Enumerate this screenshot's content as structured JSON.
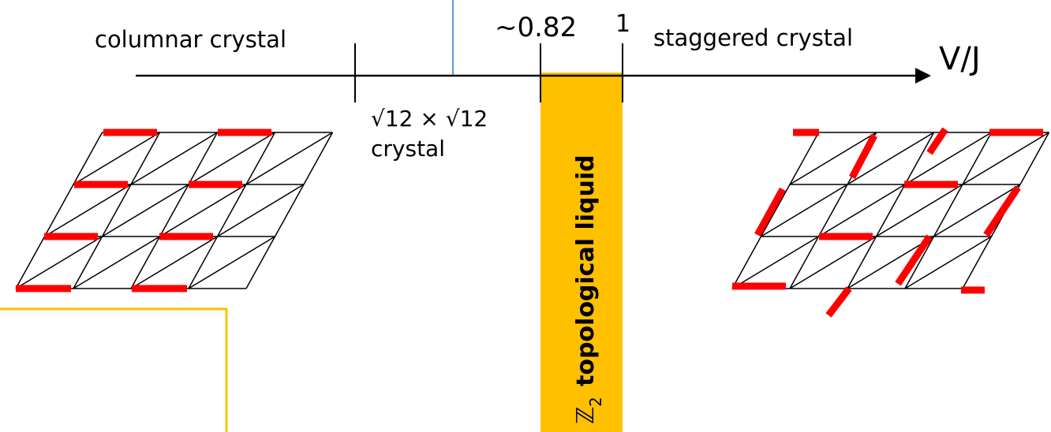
{
  "axis": {
    "label": "V/J",
    "tick_low": "~0.82",
    "tick_high": "1"
  },
  "phases": {
    "left": "columnar crystal",
    "right": "staggered crystal",
    "middle_line1": "√12 × √12",
    "middle_line2": "crystal",
    "liquid": "topological liquid",
    "liquid_symbol": "ℤ",
    "liquid_subscript": "2"
  },
  "colors": {
    "dimer": "#ff0000",
    "liquid_band": "#ffc000",
    "marker_line": "#5b9bd5",
    "box_outline": "#ffc000",
    "lattice": "#000000"
  }
}
